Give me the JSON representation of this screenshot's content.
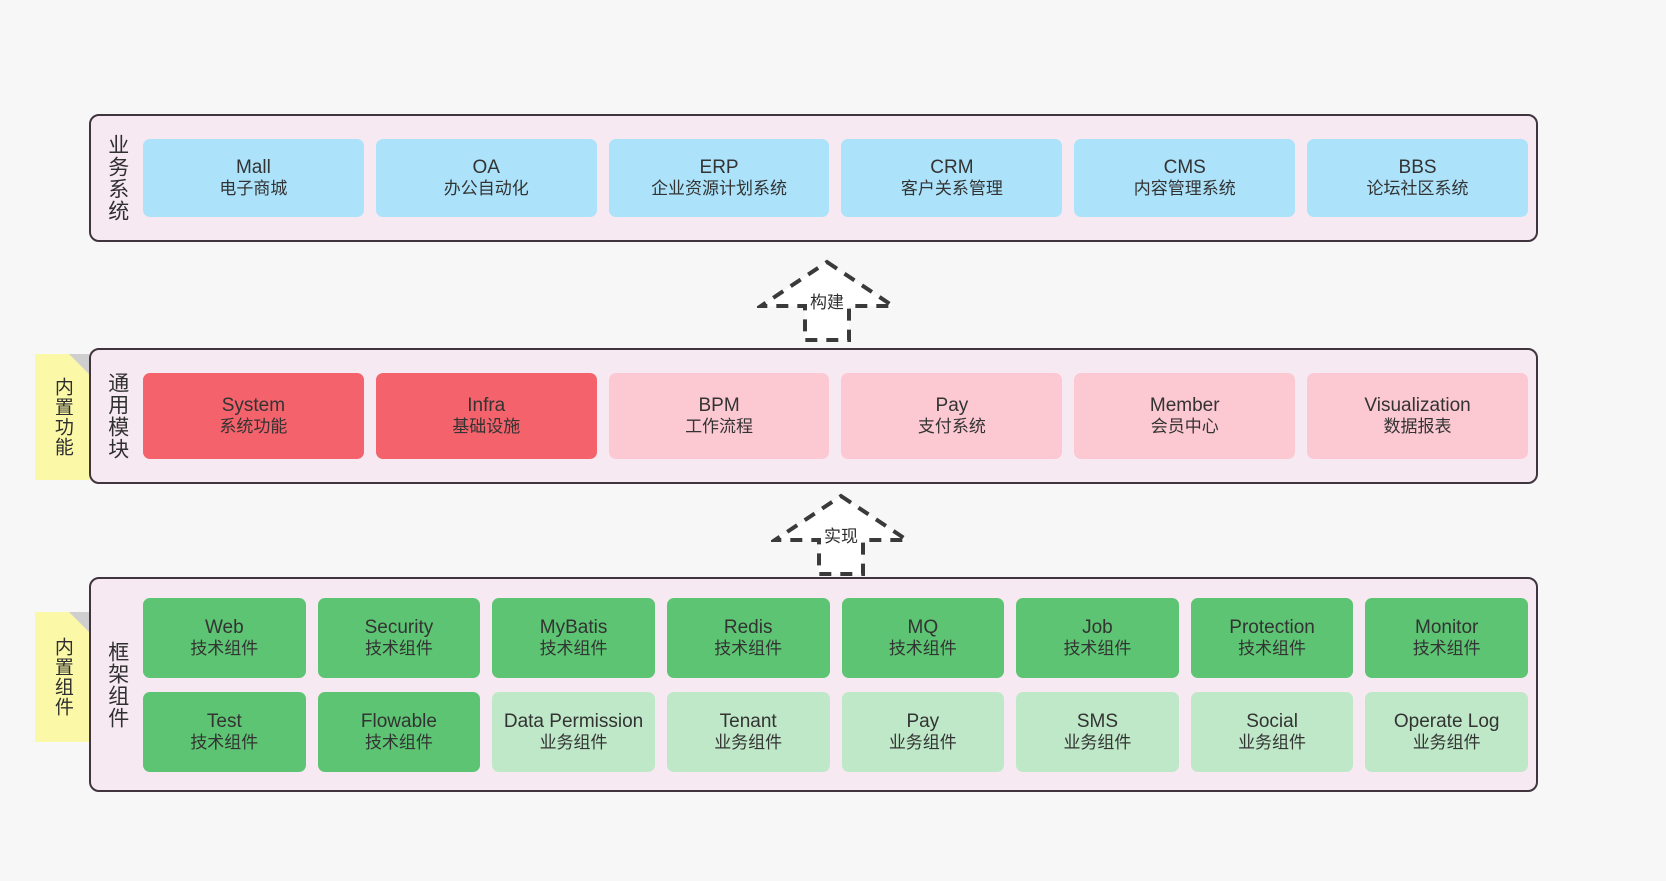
{
  "diagram": {
    "background": "#f7f7f7",
    "panel_bg": "#f7e9f2",
    "panel_border": "#40353f"
  },
  "business_layer": {
    "label": "业务系统",
    "card_color": "#ace3fb",
    "cards": [
      {
        "title": "Mall",
        "sub": "电子商城"
      },
      {
        "title": "OA",
        "sub": "办公自动化"
      },
      {
        "title": "ERP",
        "sub": "企业资源计划系统"
      },
      {
        "title": "CRM",
        "sub": "客户关系管理"
      },
      {
        "title": "CMS",
        "sub": "内容管理系统"
      },
      {
        "title": "BBS",
        "sub": "论坛社区系统"
      }
    ]
  },
  "connector_build": {
    "label": "构建"
  },
  "module_layer": {
    "label": "通用模块",
    "sticky_label": "内置功能",
    "sticky_color": "#fbf8a8",
    "strong_color": "#f4626b",
    "light_color": "#fcc9d3",
    "cards": [
      {
        "title": "System",
        "sub": "系统功能",
        "style": "strong"
      },
      {
        "title": "Infra",
        "sub": "基础设施",
        "style": "strong"
      },
      {
        "title": "BPM",
        "sub": "工作流程",
        "style": "light"
      },
      {
        "title": "Pay",
        "sub": "支付系统",
        "style": "light"
      },
      {
        "title": "Member",
        "sub": "会员中心",
        "style": "light"
      },
      {
        "title": "Visualization",
        "sub": "数据报表",
        "style": "light"
      }
    ]
  },
  "connector_implement": {
    "label": "实现"
  },
  "framework_layer": {
    "label": "框架组件",
    "sticky_label": "内置组件",
    "sticky_color": "#fbf8a8",
    "tech_color": "#5cc472",
    "biz_color": "#bfe8c8",
    "row_tech": [
      {
        "title": "Web",
        "sub": "技术组件"
      },
      {
        "title": "Security",
        "sub": "技术组件"
      },
      {
        "title": "MyBatis",
        "sub": "技术组件"
      },
      {
        "title": "Redis",
        "sub": "技术组件"
      },
      {
        "title": "MQ",
        "sub": "技术组件"
      },
      {
        "title": "Job",
        "sub": "技术组件"
      },
      {
        "title": "Protection",
        "sub": "技术组件"
      },
      {
        "title": "Monitor",
        "sub": "技术组件"
      }
    ],
    "row_biz": [
      {
        "title": "Test",
        "sub": "技术组件",
        "style": "tech"
      },
      {
        "title": "Flowable",
        "sub": "技术组件",
        "style": "tech"
      },
      {
        "title": "Data Permission",
        "sub": "业务组件",
        "style": "biz"
      },
      {
        "title": "Tenant",
        "sub": "业务组件",
        "style": "biz"
      },
      {
        "title": "Pay",
        "sub": "业务组件",
        "style": "biz"
      },
      {
        "title": "SMS",
        "sub": "业务组件",
        "style": "biz"
      },
      {
        "title": "Social",
        "sub": "业务组件",
        "style": "biz"
      },
      {
        "title": "Operate Log",
        "sub": "业务组件",
        "style": "biz"
      }
    ]
  }
}
